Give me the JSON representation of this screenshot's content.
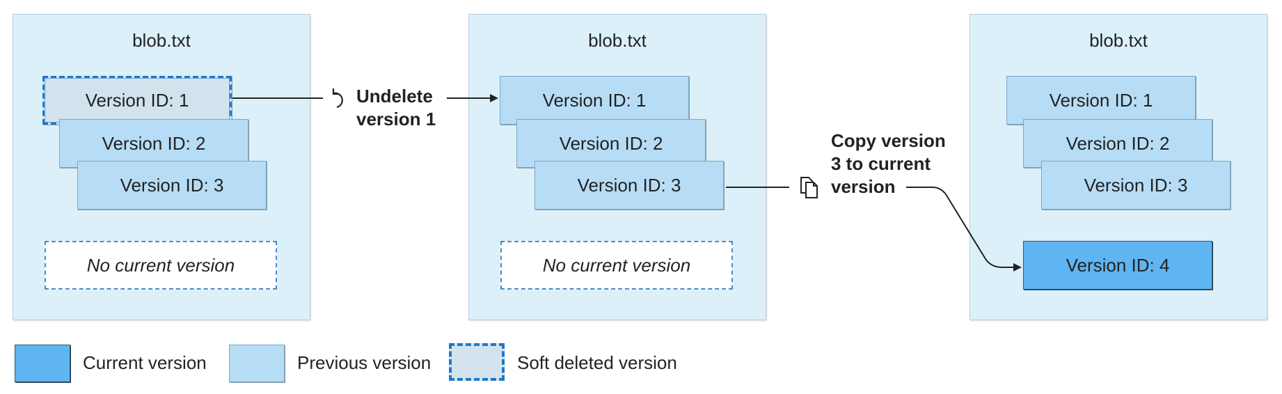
{
  "panels": [
    {
      "title": "blob.txt",
      "versions": [
        "Version ID: 1",
        "Version ID: 2",
        "Version ID: 3"
      ],
      "current": "No current version"
    },
    {
      "title": "blob.txt",
      "versions": [
        "Version ID: 1",
        "Version ID: 2",
        "Version ID: 3"
      ],
      "current": "No current version"
    },
    {
      "title": "blob.txt",
      "versions": [
        "Version ID: 1",
        "Version ID: 2",
        "Version ID: 3"
      ],
      "current": "Version ID: 4"
    }
  ],
  "steps": {
    "undelete": {
      "line1": "Undelete",
      "line2": "version 1",
      "icon": "undo-icon"
    },
    "copy": {
      "line1": "Copy version",
      "line2": "3 to current",
      "line3": "version",
      "icon": "copy-icon"
    }
  },
  "legend": {
    "current": "Current version",
    "previous": "Previous version",
    "soft_deleted": "Soft deleted version"
  },
  "colors": {
    "current": "#5eb5f1",
    "previous": "#b7ddf6",
    "soft_deleted": "#d2e3ee",
    "panel": "#dcf0fa"
  }
}
